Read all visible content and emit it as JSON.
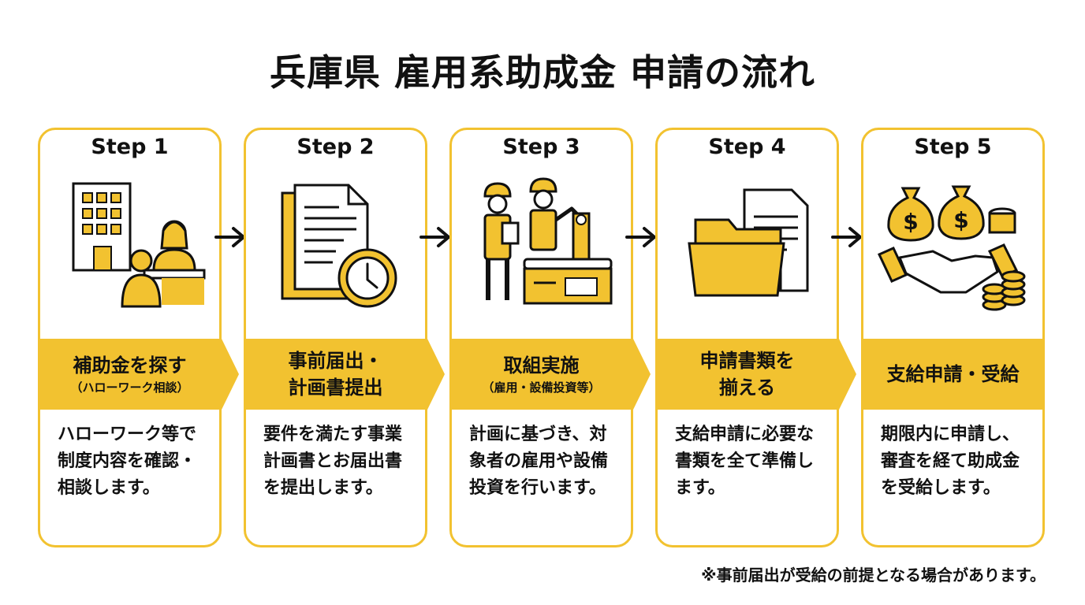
{
  "title": "兵庫県 雇用系助成金 申請の流れ",
  "steps": [
    {
      "label": "Step 1",
      "heading": "補助金を探す",
      "sub": "（ハローワーク相談）",
      "desc": "ハローワーク等で制度内容を確認・相談します。",
      "icon": "office-consultation-icon"
    },
    {
      "label": "Step 2",
      "heading": "事前届出・\n計画書提出",
      "sub": "",
      "desc": "要件を満たす事業計画書とお届出書を提出します。",
      "icon": "document-clock-icon"
    },
    {
      "label": "Step 3",
      "heading": "取組実施",
      "sub": "（雇用・設備投資等）",
      "desc": "計画に基づき、対象者の雇用や設備投資を行います。",
      "icon": "workers-machinery-icon"
    },
    {
      "label": "Step 4",
      "heading": "申請書類を\n揃える",
      "sub": "",
      "desc": "支給申請に必要な書類を全て準備します。",
      "icon": "folder-documents-icon"
    },
    {
      "label": "Step 5",
      "heading": "支給申請・受給",
      "sub": "",
      "desc": "期限内に申請し、審査を経て助成金を受給します。",
      "icon": "money-handshake-icon"
    }
  ],
  "footnote": "※事前届出が受給の前提となる場合があります。",
  "colors": {
    "accent": "#f2c230",
    "text": "#111111"
  }
}
